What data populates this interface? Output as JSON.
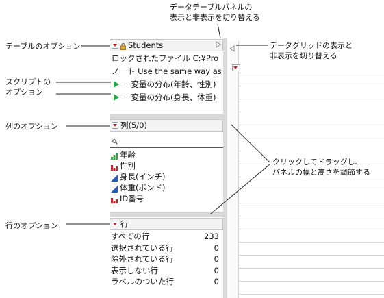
{
  "callouts": {
    "toggle_data_table_panel": [
      "データテーブルパネルの",
      "表示と非表示を切り替える"
    ],
    "table_options": "テーブルのオプション",
    "toggle_data_grid": [
      "データグリッドの表示と",
      "非表示を切り替える"
    ],
    "script_options": [
      "スクリプトの",
      "オプション"
    ],
    "column_options": "列のオプション",
    "drag_resize": [
      "クリックしてドラッグし、",
      "パネルの幅と高さを調節する"
    ],
    "row_options": "行のオプション"
  },
  "table_panel": {
    "title": "Students",
    "lock_icon": "lock-icon",
    "file_line": "ロックされたファイル  C:¥Pro",
    "note_line": "ノート  Use the same way as",
    "scripts": [
      "一変量の分布(年齢、性別)",
      "一変量の分布(身長、体重)"
    ]
  },
  "columns_panel": {
    "title": "列(5/0)",
    "search_placeholder": "",
    "columns": [
      {
        "name": "年齢",
        "icon": "ordinal-icon"
      },
      {
        "name": "性別",
        "icon": "nominal-icon"
      },
      {
        "name": "身長(インチ)",
        "icon": "continuous-icon"
      },
      {
        "name": "体重(ポンド)",
        "icon": "continuous-icon"
      },
      {
        "name": "ID番号",
        "icon": "nominal-icon"
      }
    ]
  },
  "rows_panel": {
    "title": "行",
    "rows": [
      {
        "label": "すべての行",
        "value": "233"
      },
      {
        "label": "選択されている行",
        "value": "0"
      },
      {
        "label": "除外されている行",
        "value": "0"
      },
      {
        "label": "表示しない行",
        "value": "0"
      },
      {
        "label": "ラベルのついた行",
        "value": "0"
      }
    ]
  },
  "colors": {
    "red_triangle": "#d21c1c",
    "play": "#2aa14a",
    "ordinal": "#3aa046",
    "nominal": "#c0282c",
    "continuous": "#2a5bc0"
  }
}
